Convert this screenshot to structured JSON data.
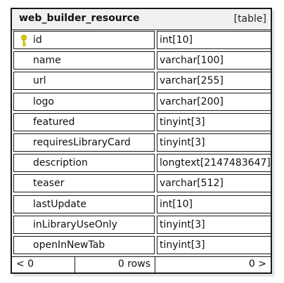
{
  "table": {
    "name": "web_builder_resource",
    "kind": "[table]",
    "columns": [
      {
        "name": "id",
        "type": "int[10]",
        "primary_key": true
      },
      {
        "name": "name",
        "type": "varchar[100]"
      },
      {
        "name": "url",
        "type": "varchar[255]"
      },
      {
        "name": "logo",
        "type": "varchar[200]"
      },
      {
        "name": "featured",
        "type": "tinyint[3]"
      },
      {
        "name": "requiresLibraryCard",
        "type": "tinyint[3]"
      },
      {
        "name": "description",
        "type": "longtext[2147483647]"
      },
      {
        "name": "teaser",
        "type": "varchar[512]"
      },
      {
        "name": "lastUpdate",
        "type": "int[10]"
      },
      {
        "name": "inLibraryUseOnly",
        "type": "tinyint[3]"
      },
      {
        "name": "openInNewTab",
        "type": "tinyint[3]"
      }
    ]
  },
  "footer": {
    "prev": "< 0",
    "rows": "0 rows",
    "next": "0 >"
  },
  "colors": {
    "border": "#1a1a1a",
    "header_bg": "#f1f1f1",
    "key_icon": "#e0c400"
  },
  "icons": {
    "primary_key": "key-icon"
  }
}
